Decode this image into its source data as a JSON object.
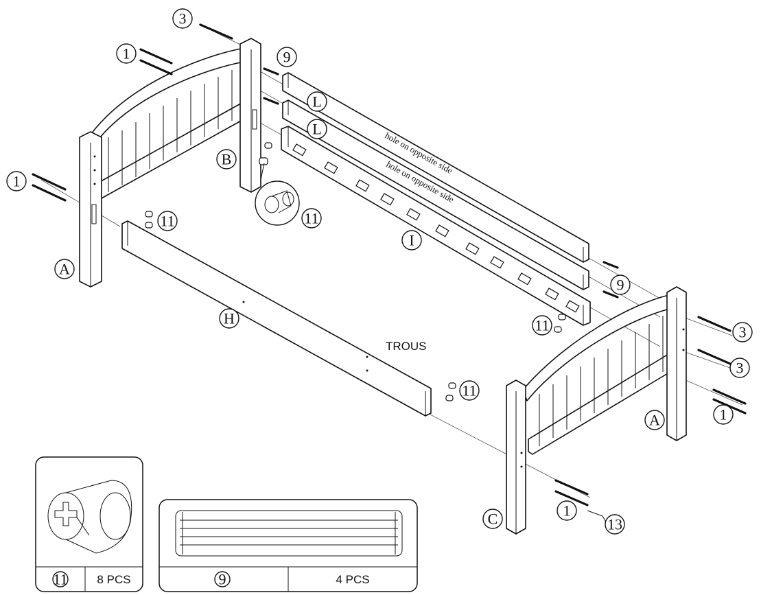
{
  "diagram": {
    "parts": {
      "headboard_left_post": "A",
      "headboard_right_post": "B",
      "footboard_left_post": "C",
      "footboard_right_post": "A",
      "front_rail": "H",
      "back_rail": "I",
      "slat_rail_upper": "L",
      "slat_rail_lower": "L"
    },
    "callouts": {
      "bolt_1a": "1",
      "bolt_1b": "1",
      "bolt_1c": "1",
      "bolt_1d": "1",
      "bolt_3a": "3",
      "bolt_3b": "3",
      "bolt_3c": "3",
      "dowel_9a": "9",
      "dowel_9b": "9",
      "nut_11a": "11",
      "nut_11b": "11",
      "nut_11c": "11",
      "nut_11d": "11",
      "washer_13": "13"
    },
    "notes": {
      "hole_upper": "hole on  opposite side",
      "hole_lower": "hole on  opposite side",
      "holes_label": "TROUS"
    },
    "legend": {
      "nut": {
        "number": "11",
        "quantity": "8 PCS"
      },
      "dowel": {
        "number": "9",
        "quantity": "4 PCS"
      }
    }
  }
}
